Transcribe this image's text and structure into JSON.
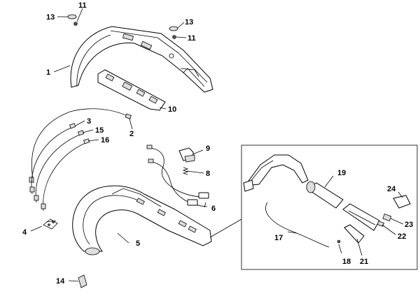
{
  "callouts": {
    "c1": "1",
    "c2": "2",
    "c3": "3",
    "c4": "4",
    "c5": "5",
    "c6": "6",
    "c8": "8",
    "c9": "9",
    "c10": "10",
    "c11a": "11",
    "c11b": "11",
    "c13a": "13",
    "c13b": "13",
    "c14": "14",
    "c15": "15",
    "c16": "16",
    "c17": "17",
    "c18": "18",
    "c19": "19",
    "c21": "21",
    "c22": "22",
    "c23": "23",
    "c24": "24"
  }
}
